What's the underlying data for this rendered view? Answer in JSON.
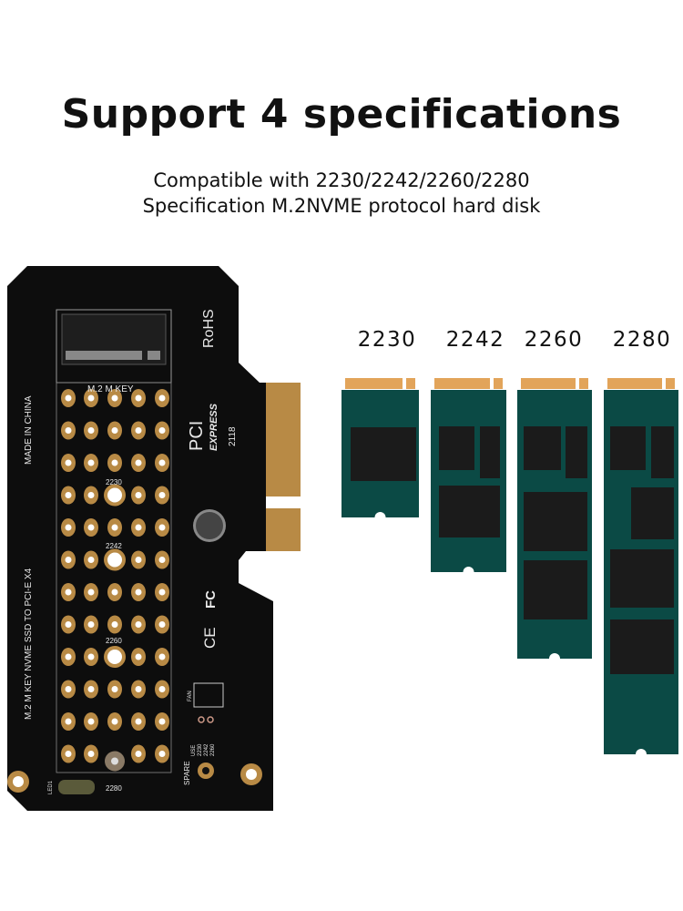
{
  "header": {
    "title": "Support 4 specifications",
    "subtitle_line1": "Compatible with 2230/2242/2260/2280",
    "subtitle_line2": "Specification M.2NVME protocol hard disk"
  },
  "board": {
    "left_text_1": "MADE IN CHINA",
    "left_text_2": "M.2 M KEY NVME SSD TO PCI-E X4",
    "key_label": "M.2 M KEY",
    "rohs": "RoHS",
    "pci": "PCI",
    "express": "EXPRESS",
    "date_code": "2118",
    "fc": "FC",
    "ce": "CE",
    "fan": "FAN",
    "spare": "SPARE",
    "use": "USE",
    "led": "LED1",
    "hole_labels": [
      "2230",
      "2242",
      "2260",
      "2280"
    ],
    "spare_sizes": [
      "2230",
      "2242",
      "2260"
    ]
  },
  "ssd_sizes": [
    "2230",
    "2242",
    "2260",
    "2280"
  ],
  "colors": {
    "pcb": "#0d0d0d",
    "gold": "#b88a45",
    "ssd_body": "#0b4a45",
    "ssd_contacts": "#e2a45a",
    "chip": "#1b1b1b"
  }
}
